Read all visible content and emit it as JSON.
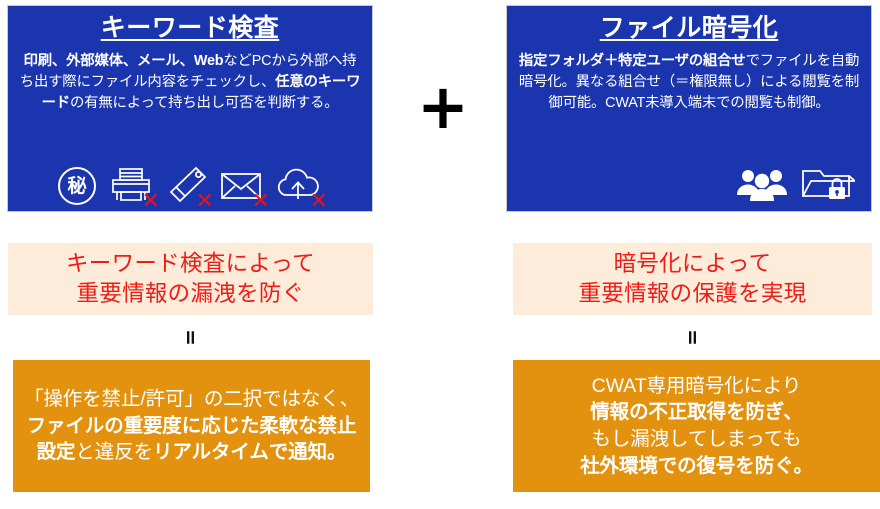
{
  "theme": {
    "blue": "#1a35ae",
    "cream": "#fcecd9",
    "orange": "#e2920f",
    "red": "#ee1c16",
    "white": "#ffffff",
    "black": "#000000"
  },
  "operator_plus": "+",
  "columns": [
    {
      "id": "keyword-inspection",
      "feature": {
        "title": "キーワード検査",
        "body_parts": [
          {
            "text": "印刷、外部媒体、メール、Web",
            "bold": true
          },
          {
            "text": "などPCから外部へ持ち出す際にファイル内容をチェックし、",
            "bold": false
          },
          {
            "text": "任意のキーワード",
            "bold": true
          },
          {
            "text": "の有無によって持ち出し可否を判断する。",
            "bold": false
          }
        ],
        "icons": [
          {
            "name": "maru-hi-seal-icon",
            "label": "秘",
            "blocked": false
          },
          {
            "name": "printer-icon",
            "label": "印刷",
            "blocked": true
          },
          {
            "name": "usb-drive-icon",
            "label": "外部媒体",
            "blocked": true
          },
          {
            "name": "envelope-icon",
            "label": "メール",
            "blocked": true
          },
          {
            "name": "cloud-upload-icon",
            "label": "Web",
            "blocked": true
          }
        ]
      },
      "result": {
        "line1": "キーワード検査によって",
        "line2": "重要情報の漏洩を防ぐ"
      },
      "equals": "=",
      "conclusion_parts": [
        {
          "text": "「操作を禁止/許可」の二択ではなく、",
          "bold": false
        },
        {
          "text": "ファイルの重要度に応じた柔軟な禁止設定",
          "bold": true
        },
        {
          "text": "と違反を",
          "bold": false
        },
        {
          "text": "リアルタイムで通知。",
          "bold": true
        }
      ]
    },
    {
      "id": "file-encryption",
      "feature": {
        "title": "ファイル暗号化",
        "body_parts": [
          {
            "text": "指定フォルダ＋特定ユーザの組合せ",
            "bold": true
          },
          {
            "text": "でファイルを自動暗号化。異なる組合せ（＝権限無し）による閲覧を制御可能。CWAT未導入端末での閲覧も制御。",
            "bold": false
          }
        ],
        "icons": [
          {
            "name": "users-group-icon",
            "label": "特定ユーザ",
            "blocked": false
          },
          {
            "name": "folder-lock-icon",
            "label": "指定フォルダ",
            "blocked": false
          }
        ]
      },
      "result": {
        "line1": "暗号化によって",
        "line2": "重要情報の保護を実現"
      },
      "equals": "=",
      "conclusion_parts": [
        {
          "text": "CWAT専用暗号化により",
          "bold": false
        },
        {
          "text": "情報の不正取得を防ぎ、",
          "bold": true
        },
        {
          "text": "もし漏洩してしまっても",
          "bold": false
        },
        {
          "text": "社外環境での復号を防ぐ。",
          "bold": true
        }
      ]
    }
  ]
}
